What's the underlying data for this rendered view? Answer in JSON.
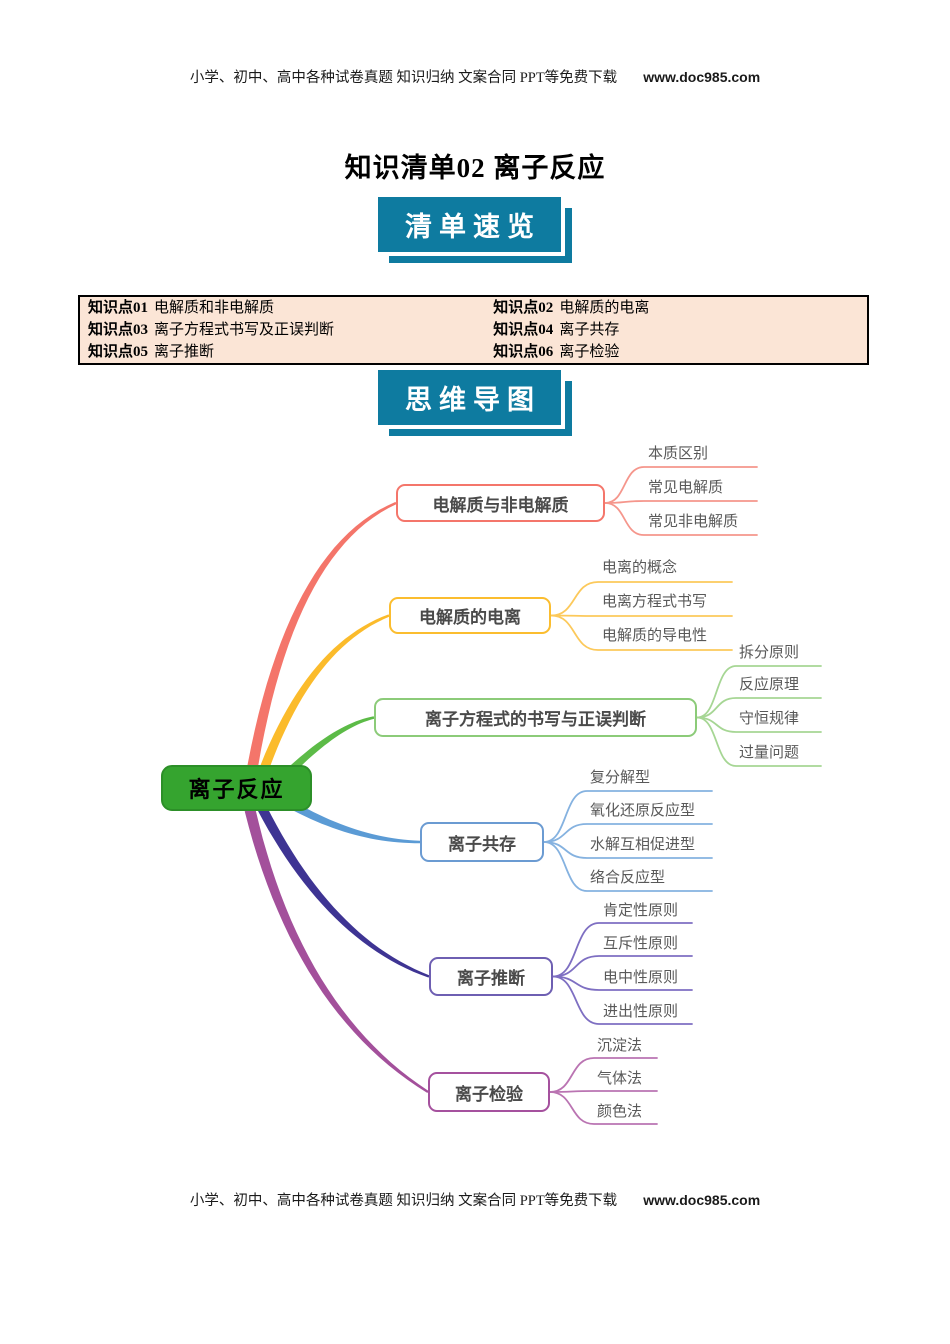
{
  "header": {
    "text": "小学、初中、高中各种试卷真题  知识归纳  文案合同  PPT等免费下载",
    "url": "www.doc985.com"
  },
  "title": "知识清单02  离子反应",
  "banners": {
    "overview": "清单速览",
    "mindmap": "思维导图"
  },
  "knowledge_points": [
    {
      "label": "知识点01",
      "text": "电解质和非电解质"
    },
    {
      "label": "知识点02",
      "text": "电解质的电离"
    },
    {
      "label": "知识点03",
      "text": "离子方程式书写及正误判断"
    },
    {
      "label": "知识点04",
      "text": "离子共存"
    },
    {
      "label": "知识点05",
      "text": "离子推断"
    },
    {
      "label": "知识点06",
      "text": "离子检验"
    }
  ],
  "mindmap": {
    "root": {
      "label": "离子反应",
      "fill": "#35a42f"
    },
    "branches": [
      {
        "label": "电解质与非电解质",
        "color": "#f4766b",
        "curve_color": "#f4756a",
        "child_color": "#f5968c",
        "children": [
          "本质区别",
          "常见电解质",
          "常见非电解质"
        ]
      },
      {
        "label": "电解质的电离",
        "color": "#fbbd2f",
        "curve_color": "#fbbb2b",
        "child_color": "#fcc95b",
        "children": [
          "电离的概念",
          "电离方程式书写",
          "电解质的导电性"
        ]
      },
      {
        "label": "离子方程式的书写与正误判断",
        "color": "#8ccb79",
        "curve_color": "#5cbb47",
        "child_color": "#a6d694",
        "children": [
          "拆分原则",
          "反应原理",
          "守恒规律",
          "过量问题"
        ]
      },
      {
        "label": "离子共存",
        "color": "#6b9bd2",
        "curve_color": "#5b9bd5",
        "child_color": "#85b2e0",
        "children": [
          "复分解型",
          "氧化还原反应型",
          "水解互相促进型",
          "络合反应型"
        ]
      },
      {
        "label": "离子推断",
        "color": "#6e5fb2",
        "curve_color": "#3e3493",
        "child_color": "#7e6fc2",
        "children": [
          "肯定性原则",
          "互斥性原则",
          "电中性原则",
          "进出性原则"
        ]
      },
      {
        "label": "离子检验",
        "color": "#a5519e",
        "curve_color": "#a3509b",
        "child_color": "#ba74b2",
        "children": [
          "沉淀法",
          "气体法",
          "颜色法"
        ]
      }
    ]
  },
  "footer": {
    "text": "小学、初中、高中各种试卷真题  知识归纳  文案合同  PPT等免费下载",
    "url": "www.doc985.com"
  },
  "theme": {
    "banner_color": "#0e7ba0",
    "table_bg": "#fbe5d6",
    "table_border": "#000000"
  }
}
